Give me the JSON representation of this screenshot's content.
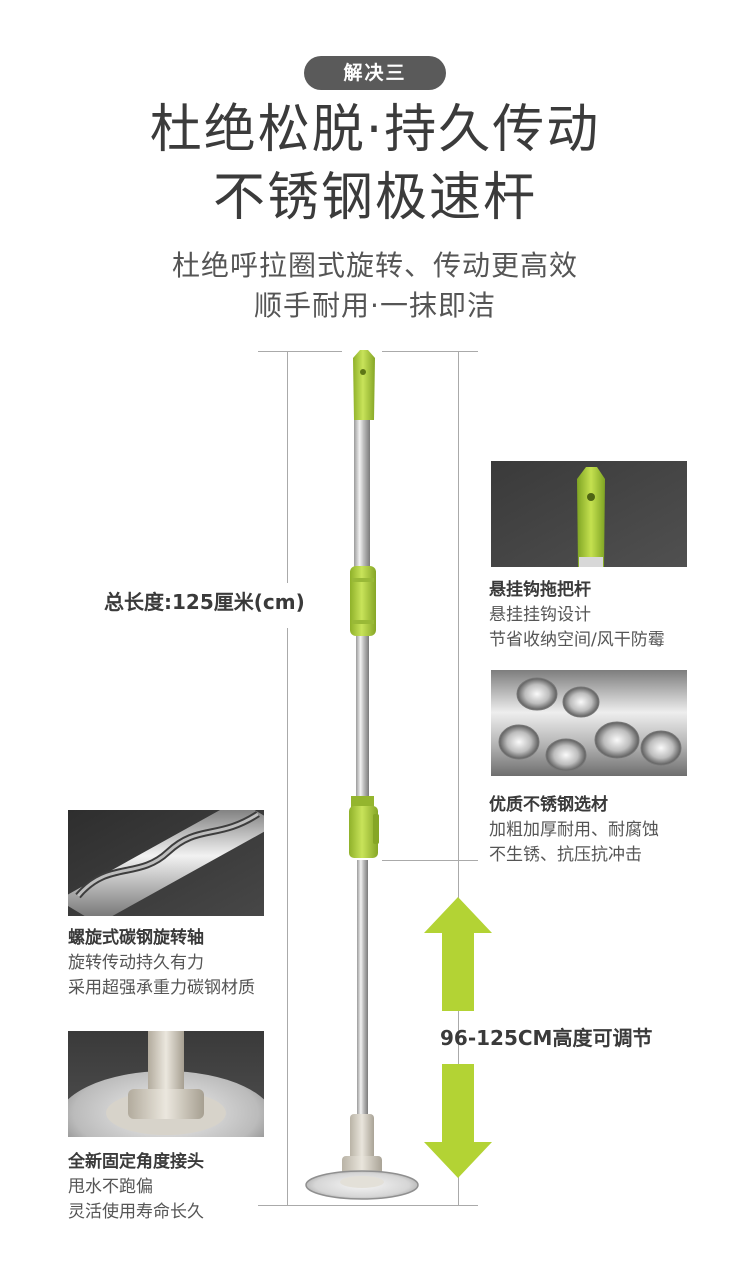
{
  "badge": "解决三",
  "title_line1": "杜绝松脱·持久传动",
  "title_line2": "不锈钢极速杆",
  "subtitle_line1": "杜绝呼拉圈式旋转、传动更高效",
  "subtitle_line2": "顺手耐用·一抹即洁",
  "total_length": "总长度:125厘米(cm)",
  "height_adjust": "96-125CM高度可调节",
  "features": {
    "hook": {
      "title": "悬挂钩拖把杆",
      "line1": "悬挂挂钩设计",
      "line2": "节省收纳空间/风干防霉"
    },
    "steel": {
      "title": "优质不锈钢选材",
      "line1": "加粗加厚耐用、耐腐蚀",
      "line2": "不生锈、抗压抗冲击"
    },
    "spiral": {
      "title": "螺旋式碳钢旋转轴",
      "line1": "旋转传动持久有力",
      "line2": "采用超强承重力碳钢材质"
    },
    "joint": {
      "title": "全新固定角度接头",
      "line1": "甩水不跑偏",
      "line2": "灵活使用寿命长久"
    }
  },
  "colors": {
    "accent": "#a6c93a",
    "dark": "#3b3b3b",
    "badge_bg": "#5a5a5a"
  }
}
